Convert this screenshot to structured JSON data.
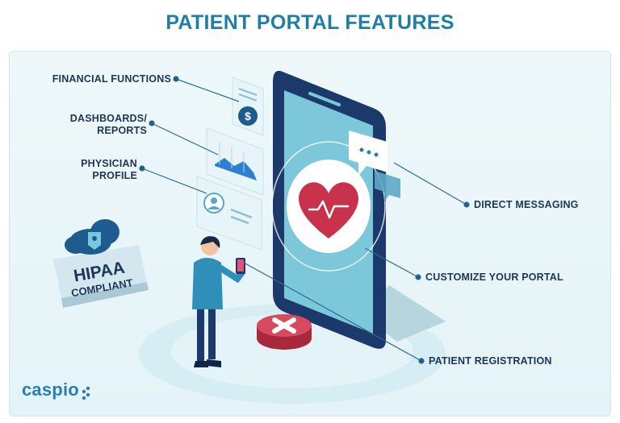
{
  "title": "PATIENT PORTAL FEATURES",
  "features": {
    "financial": "FINANCIAL FUNCTIONS",
    "dashboards_line1": "DASHBOARDS/",
    "dashboards_line2": "REPORTS",
    "physician_line1": "PHYSICIAN",
    "physician_line2": "PROFILE",
    "messaging": "DIRECT MESSAGING",
    "customize": "CUSTOMIZE YOUR PORTAL",
    "registration": "PATIENT REGISTRATION"
  },
  "badge": {
    "line1": "HIPAA",
    "line2": "COMPLIANT"
  },
  "card_symbol": "$",
  "brand": "caspio",
  "colors": {
    "title": "#1e7fa6",
    "label": "#1d3557",
    "phone": "#1b3a6b",
    "screen": "#7cc8da",
    "heart": "#c8324a",
    "accent": "#2a7fb0"
  }
}
